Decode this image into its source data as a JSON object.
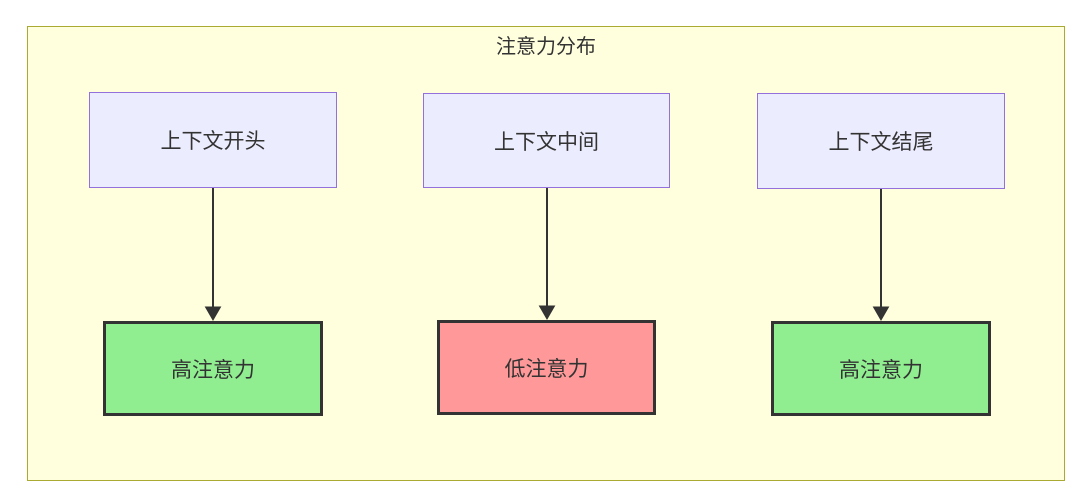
{
  "diagram": {
    "title": "注意力分布",
    "columns": [
      {
        "source": "上下文开头",
        "target": "高注意力",
        "level": "high"
      },
      {
        "source": "上下文中间",
        "target": "低注意力",
        "level": "low"
      },
      {
        "source": "上下文结尾",
        "target": "高注意力",
        "level": "high"
      }
    ],
    "colors": {
      "cluster_fill": "#ffffde",
      "cluster_border": "#aaaa33",
      "source_node_fill": "#ececff",
      "source_node_border": "#9370db",
      "high_attention_fill": "#90ee90",
      "low_attention_fill": "#ff9999",
      "result_node_border": "#333333",
      "text": "#333333",
      "arrow": "#333333",
      "page_background": "#ffffff"
    }
  }
}
